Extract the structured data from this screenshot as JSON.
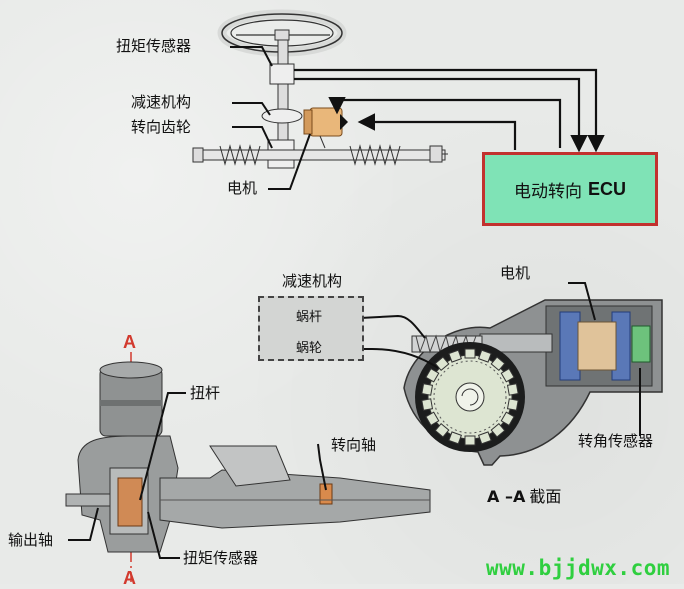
{
  "top_diagram": {
    "labels": {
      "torque_sensor": "扭矩传感器",
      "reduction_mechanism": "减速机构",
      "steering_gear": "转向齿轮",
      "motor": "电机"
    },
    "ecu": {
      "cn": "电动转向",
      "en": "ECU"
    }
  },
  "bottom_diagram": {
    "labels": {
      "reduction_mechanism": "减速机构",
      "worm": "蜗杆",
      "worm_gear": "蜗轮",
      "motor": "电机",
      "torsion_bar": "扭杆",
      "steering_shaft": "转向轴",
      "angle_sensor": "转角传感器",
      "output_shaft": "输出轴",
      "torque_sensor": "扭矩传感器"
    },
    "section": {
      "letters": "A –A",
      "word": "截面"
    },
    "axis_marks": {
      "top": "A",
      "bottom": "A"
    }
  },
  "watermark": "www.bjjdwx.com",
  "colors": {
    "ecu_fill": "#7fe3b6",
    "ecu_border": "#c2312e",
    "motor_fill": "#e9b77a",
    "watermark": "#2fcf3f",
    "axis_line": "#d23a2e"
  }
}
